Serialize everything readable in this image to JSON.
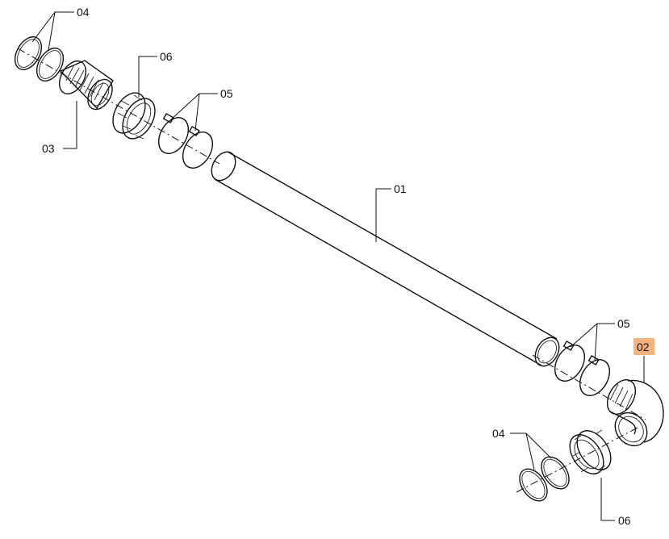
{
  "callouts": {
    "c04_top": "04",
    "c06_top": "06",
    "c05_top": "05",
    "c03": "03",
    "c01": "01",
    "c05_bottom": "05",
    "c02": "02",
    "c04_bottom": "04",
    "c06_bottom": "06"
  },
  "highlight_color": "#f6b27e"
}
